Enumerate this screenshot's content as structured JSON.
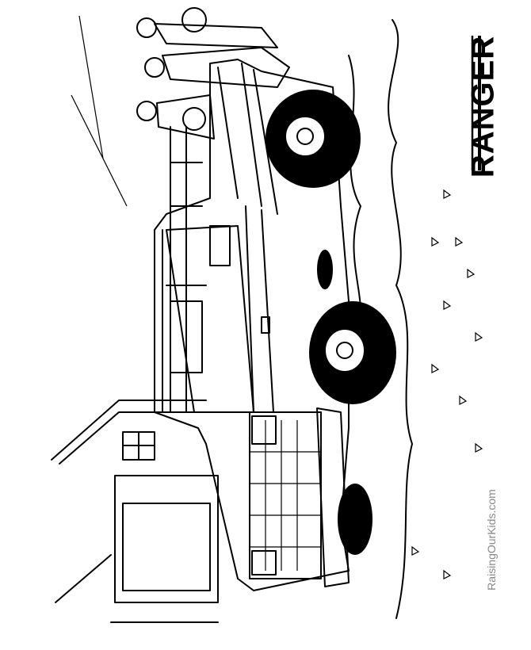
{
  "artwork": {
    "title": "RANGER",
    "watermark": "RaisingOurKids.com",
    "subject": "pickup-truck-coloring-page"
  },
  "colors": {
    "ink": "#000000",
    "paper": "#ffffff",
    "watermark": "#888888"
  }
}
